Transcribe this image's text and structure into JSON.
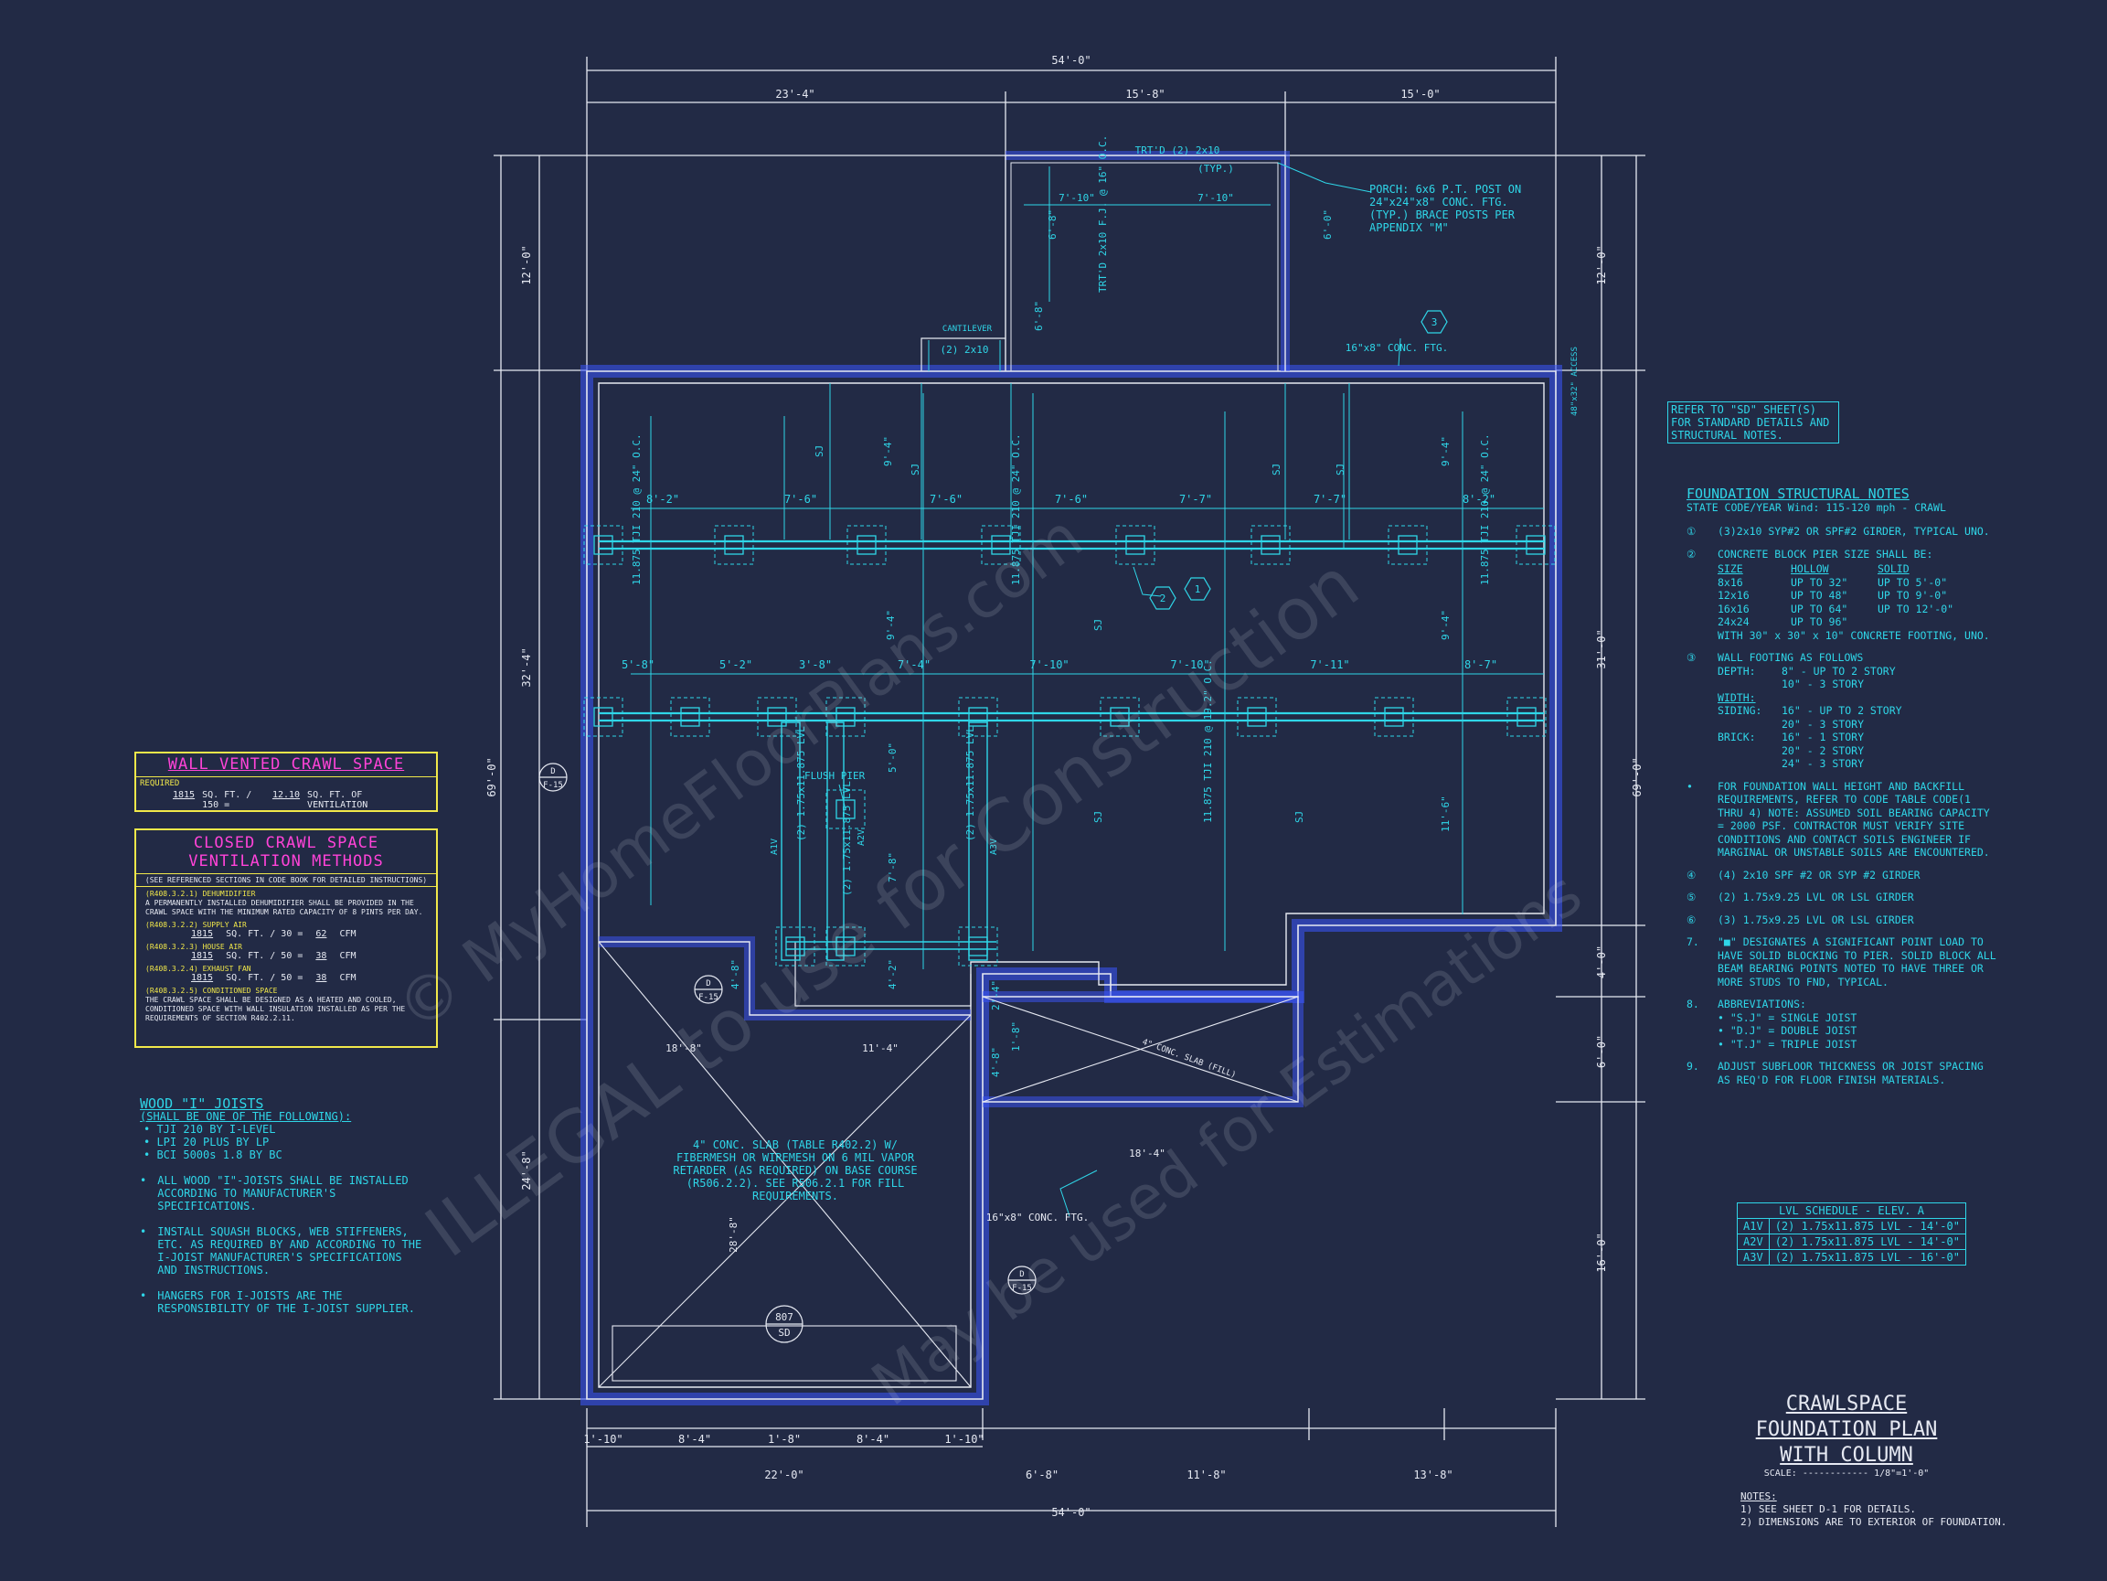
{
  "title": {
    "line1": "CRAWLSPACE",
    "line2": "FOUNDATION PLAN",
    "line3": "WITH COLUMN",
    "scale": "SCALE: ------------ 1/8\"=1'-0\""
  },
  "notes_bottom": {
    "heading": "NOTES:",
    "items": [
      "1) SEE SHEET D-1 FOR DETAILS.",
      "2) DIMENSIONS ARE TO EXTERIOR OF FOUNDATION."
    ]
  },
  "refer_box": "REFER TO \"SD\" SHEET(S) FOR STANDARD DETAILS AND STRUCTURAL NOTES.",
  "structural_notes": {
    "heading": "FOUNDATION STRUCTURAL NOTES",
    "subheading": "STATE CODE/YEAR Wind: 115-120 mph - CRAWL",
    "n1": "(3)2x10 SYP#2 OR SPF#2 GIRDER, TYPICAL UNO.",
    "n2": "CONCRETE BLOCK PIER SIZE SHALL BE:",
    "pier_header": [
      "SIZE",
      "HOLLOW",
      "SOLID"
    ],
    "pier_rows": [
      [
        "8x16",
        "UP TO 32\"",
        "UP TO 5'-0\""
      ],
      [
        "12x16",
        "UP TO 48\"",
        "UP TO 9'-0\""
      ],
      [
        "16x16",
        "UP TO 64\"",
        "UP TO 12'-0\""
      ],
      [
        "24x24",
        "UP TO 96\"",
        ""
      ]
    ],
    "n2b": "WITH 30\" x 30\" x 10\" CONCRETE FOOTING, UNO.",
    "n3": "WALL FOOTING AS FOLLOWS",
    "depth_label": "DEPTH:",
    "depth": [
      "8\" - UP TO 2 STORY",
      "10\" - 3 STORY"
    ],
    "width_label": "WIDTH:",
    "siding_label": "SIDING:",
    "siding": [
      "16\" - UP TO 2 STORY",
      "20\" - 3 STORY"
    ],
    "brick_label": "BRICK:",
    "brick": [
      "16\" - 1 STORY",
      "20\" - 2 STORY",
      "24\" - 3 STORY"
    ],
    "bullet_wall": "FOR FOUNDATION WALL HEIGHT AND BACKFILL REQUIREMENTS, REFER TO CODE TABLE CODE(1 THRU 4) NOTE: ASSUMED SOIL BEARING CAPACITY = 2000 PSF. CONTRACTOR MUST VERIFY SITE CONDITIONS AND CONTACT SOILS ENGINEER IF MARGINAL OR UNSTABLE SOILS ARE ENCOUNTERED.",
    "n4": "(4) 2x10 SPF #2 OR SYP #2 GIRDER",
    "n5": "(2) 1.75x9.25 LVL OR LSL GIRDER",
    "n6": "(3) 1.75x9.25 LVL OR LSL GIRDER",
    "n7": "\"■\" DESIGNATES A SIGNIFICANT POINT LOAD TO HAVE SOLID BLOCKING TO PIER. SOLID BLOCK ALL BEAM BEARING POINTS NOTED TO HAVE THREE OR MORE STUDS TO FND, TYPICAL.",
    "n8": "ABBREVIATIONS:",
    "abbr": [
      "\"S.J\" = SINGLE JOIST",
      "\"D.J\" = DOUBLE JOIST",
      "\"T.J\" = TRIPLE JOIST"
    ],
    "n9": "ADJUST SUBFLOOR THICKNESS OR JOIST SPACING AS REQ'D FOR FLOOR FINISH MATERIALS."
  },
  "lvl_schedule": {
    "heading": "LVL SCHEDULE - ELEV. A",
    "rows": [
      [
        "A1V",
        "(2) 1.75x11.875 LVL - 14'-0\""
      ],
      [
        "A2V",
        "(2) 1.75x11.875 LVL - 14'-0\""
      ],
      [
        "A3V",
        "(2) 1.75x11.875 LVL - 16'-0\""
      ]
    ]
  },
  "wall_vented": {
    "title": "WALL VENTED CRAWL SPACE",
    "required": "REQUIRED",
    "area": "1815",
    "calc": "SQ. FT. / 150 =",
    "vent": "12.10",
    "suffix": "SQ. FT. OF VENTILATION"
  },
  "closed_crawl": {
    "title1": "CLOSED CRAWL SPACE",
    "title2": "VENTILATION METHODS",
    "sub": "(SEE REFERENCED SECTIONS IN CODE BOOK FOR DETAILED INSTRUCTIONS)",
    "dehum_code": "(R408.3.2.1) DEHUMIDIFIER",
    "dehum_text": "A PERMANENTLY INSTALLED DEHUMIDIFIER SHALL BE PROVIDED IN THE CRAWL SPACE WITH THE MINIMUM RATED CAPACITY OF 8 PINTS PER DAY.",
    "supply_code": "(R408.3.2.2) SUPPLY AIR",
    "supply": [
      "1815",
      "SQ. FT. / 30 =",
      "62",
      "CFM"
    ],
    "house_code": "(R408.3.2.3) HOUSE AIR",
    "house": [
      "1815",
      "SQ. FT. / 50 =",
      "38",
      "CFM"
    ],
    "exhaust_code": "(R408.3.2.4) EXHAUST FAN",
    "exhaust": [
      "1815",
      "SQ. FT. / 50 =",
      "38",
      "CFM"
    ],
    "cond_code": "(R408.3.2.5) CONDITIONED SPACE",
    "cond_text": "THE CRAWL SPACE SHALL BE DESIGNED AS A HEATED AND COOLED, CONDITIONED SPACE WITH WALL INSULATION INSTALLED AS PER THE REQUIREMENTS OF SECTION R402.2.11."
  },
  "wood_joists": {
    "title": "WOOD \"I\" JOISTS",
    "sub": "(SHALL BE ONE OF THE FOLLOWING):",
    "options": [
      "TJI 210 BY I-LEVEL",
      "LPI 20 PLUS BY LP",
      "BCI 5000s 1.8 BY BC"
    ],
    "b1": "ALL WOOD \"I\"-JOISTS SHALL BE INSTALLED ACCORDING TO MANUFACTURER'S SPECIFICATIONS.",
    "b2": "INSTALL SQUASH BLOCKS, WEB STIFFENERS, ETC. AS REQUIRED BY AND ACCORDING TO THE I-JOIST MANUFACTURER'S SPECIFICATIONS AND INSTRUCTIONS.",
    "b3": "HANGERS FOR I-JOISTS ARE THE RESPONSIBILITY OF THE I-JOIST SUPPLIER."
  },
  "plan_labels": {
    "dim_top_total": "54'-0\"",
    "dim_top": [
      "23'-4\"",
      "15'-8\"",
      "15'-0\""
    ],
    "dim_bottom_total": "54'-0\"",
    "dim_bottom": [
      "22'-0\"",
      "6'-8\"",
      "11'-8\"",
      "13'-8\""
    ],
    "dim_bottom_inner": [
      "1'-10\"",
      "8'-4\"",
      "1'-8\"",
      "8'-4\"",
      "1'-10\""
    ],
    "dim_left_total": "69'-0\"",
    "dim_left": [
      "12'-0\"",
      "32'-4\"",
      "24'-8\""
    ],
    "dim_right_total": "69'-0\"",
    "dim_right": [
      "12'-0\"",
      "31'-0\"",
      "4'-0\"",
      "6'-0\"",
      "16'-0\""
    ],
    "porch_note": "PORCH: 6x6 P.T. POST ON 24\"x24\"x8\" CONC. FTG. (TYP.) BRACE POSTS PER APPENDIX \"M\"",
    "porch_trtd": "TRT'D (2) 2x10",
    "porch_typ": "(TYP.)",
    "porch_trtd2": "TRT'D 2x10 F.J. @ 16\" O.C.",
    "porch_dims": [
      "7'-10\"",
      "7'-10\"",
      "6'-8\"",
      "6'-8\"",
      "6'-0\""
    ],
    "cantilever": "CANTILEVER",
    "cantilever_2x10": "(2) 2x10",
    "conc_ftg_top": "16\"x8\" CONC. FTG.",
    "access": "48\"x32\" ACCESS",
    "row1_dims": [
      "8'-2\"",
      "7'-6\"",
      "7'-6\"",
      "7'-6\"",
      "7'-7\"",
      "7'-7\"",
      "8'-2\""
    ],
    "row2_dims": [
      "5'-8\"",
      "5'-2\"",
      "3'-8\"",
      "7'-4\"",
      "7'-10\"",
      "7'-10\"",
      "7'-11\"",
      "8'-7\""
    ],
    "joist_a": "11.875 TJI 210 @ 24\" O.C.",
    "joist_b": "11.875 TJI 210 @ 19.2\" O.C.",
    "sj": "SJ",
    "span_94": "9'-4\"",
    "span_116": "11'-6\"",
    "flush_pier": "FLUSH PIER",
    "lvl_label": "(2) 1.75x11.875 LVL",
    "a1v": "A1V",
    "a2v": "A2V",
    "a3v": "A3V",
    "dims_mid": [
      "5'-0\"",
      "7'-8\"",
      "4'-2\"",
      "4'-8\"",
      "2'-4\"",
      "1'-8\"",
      "4'-8\""
    ],
    "slab_note": "4\" CONC. SLAB (TABLE R402.2) W/ FIBERMESH OR WIREMESH ON 6 MIL VAPOR RETARDER (AS REQUIRED) ON BASE COURSE (R506.2.2). SEE R506.2.1 FOR FILL REQUIREMENTS.",
    "slab_small": "4\" CONC. SLAB (FILL)",
    "garage_dims": [
      "18'-8\"",
      "11'-4\"",
      "18'-4\"",
      "28'-8\""
    ],
    "conc_ftg_bottom": "16\"x8\" CONC. FTG.",
    "callouts": [
      "D",
      "F-15",
      "D",
      "F-15",
      "D",
      "F-15"
    ],
    "sd_tag_top": "807",
    "sd_tag_bot": "SD",
    "tags": [
      "1",
      "2",
      "3"
    ]
  },
  "watermark": [
    "© MyHomeFloorPlans.com",
    "ILLEGAL to use for Construction",
    "May be used for Estimations"
  ],
  "colors": {
    "background": "#222a45",
    "cyan": "#2fd6e8",
    "white": "#e6e9f2",
    "blue": "#3b55ff",
    "magenta": "#ff43d8",
    "yellow": "#f1e84a"
  }
}
